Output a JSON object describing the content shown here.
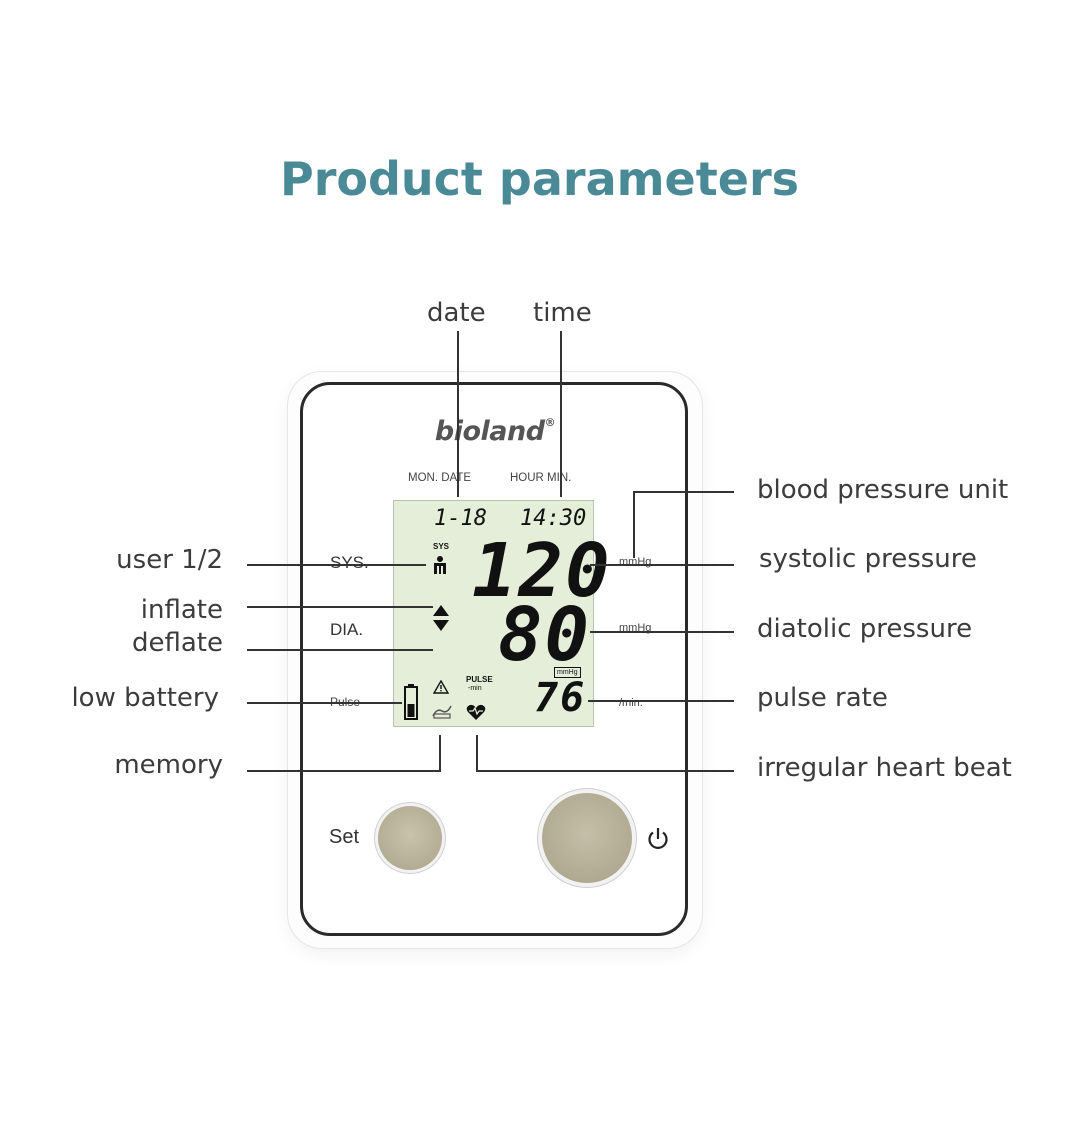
{
  "title": "Product parameters",
  "callouts": {
    "date": "date",
    "time": "time",
    "blood_pressure_unit": "blood pressure unit",
    "user": "user 1/2",
    "systolic": "systolic pressure",
    "inflate": "inflate",
    "deflate": "deflate",
    "diastolic": "diatolic pressure",
    "low_battery": "low battery",
    "pulse_rate": "pulse rate",
    "memory": "memory",
    "irregular": "irregular heart beat"
  },
  "device": {
    "brand": "bioland",
    "brand_mark": "®",
    "header_left": "MON. DATE",
    "header_right": "HOUR MIN.",
    "label_sys": "SYS.",
    "label_dia": "DIA.",
    "label_pulse": "Pulse",
    "unit_sys": "mmHg",
    "unit_dia": "mmHg",
    "unit_pulse": "/min.",
    "set_label": "Set",
    "power_icon": "power-icon"
  },
  "lcd": {
    "date": "1-18",
    "time": "14:30",
    "sys_tag": "SYS",
    "systolic": "120",
    "diastolic": "80",
    "pulse": "76",
    "pulse_tag": "PULSE",
    "pulse_tag_unit": "-min",
    "mmhg_box": "mmHg",
    "icons": [
      "user-icon",
      "inflate-deflate-icon",
      "battery-icon",
      "warning-icon",
      "memory-icon",
      "heart-icon"
    ]
  },
  "colors": {
    "title": "#4a8a97",
    "lcd_background": "#e4eed8",
    "button": "#b3ad94"
  }
}
